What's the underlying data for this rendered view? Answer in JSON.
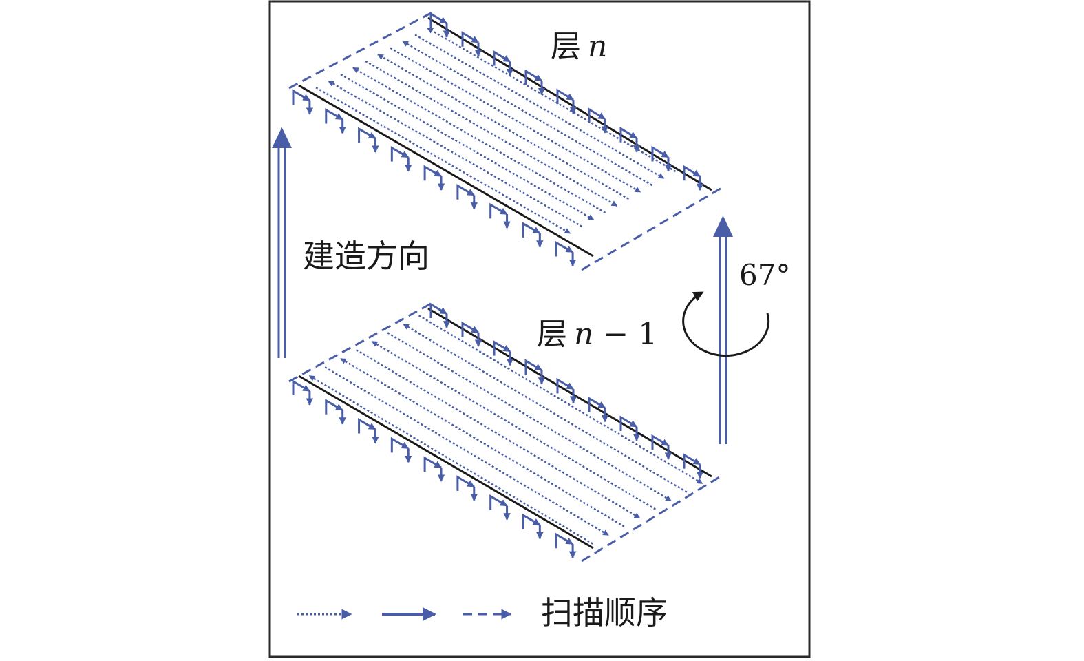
{
  "labels": {
    "layer_n_prefix": "层",
    "layer_n_var": "n",
    "layer_n1_prefix": "层",
    "layer_n1_var": "n",
    "layer_n1_suffix": " − 1",
    "build_direction": "建造方向",
    "rotation_angle": "67°",
    "legend_text": "扫描顺序"
  },
  "colors": {
    "scan_blue": "#4a5ea8",
    "frame": "#2a2a2a",
    "text": "#1a1a1a"
  },
  "legend": {
    "items": [
      "dotted-scan-arrow",
      "solid-scan-arrow",
      "dashed-scan-arrow"
    ]
  },
  "layers": [
    {
      "name": "layer-n",
      "hatch": "diagonal"
    },
    {
      "name": "layer-n-minus-1",
      "hatch": "parallel"
    }
  ]
}
